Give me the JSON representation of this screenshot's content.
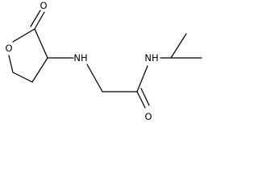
{
  "structure": {
    "atoms": {
      "carbonyl_oxygen_ring": "O",
      "ring_oxygen": "O",
      "amine_nitrogen": "NH",
      "amide_nitrogen": "NH",
      "amide_oxygen": "O"
    },
    "colors": {
      "bond": "#000000",
      "label": "#000000",
      "background": "#ffffff"
    }
  }
}
